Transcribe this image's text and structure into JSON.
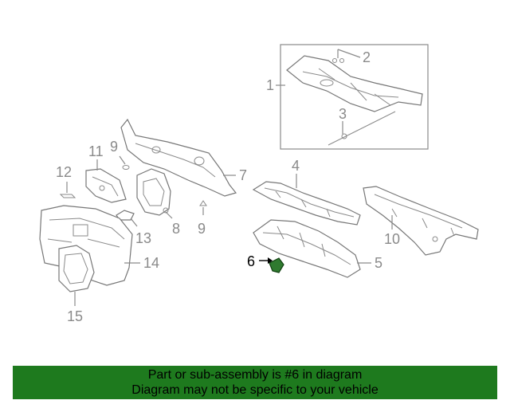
{
  "callouts": {
    "c1": "1",
    "c2": "2",
    "c3": "3",
    "c4": "4",
    "c5": "5",
    "c6": "6",
    "c7": "7",
    "c8": "8",
    "c9a": "9",
    "c9b": "9",
    "c10": "10",
    "c11": "11",
    "c12": "12",
    "c13": "13",
    "c14": "14",
    "c15": "15"
  },
  "highlight_part": "6",
  "colors": {
    "footer_bg": "#1e7a1e",
    "highlight": "#2f7a2f",
    "line": "#8a8a8a"
  },
  "footer": {
    "line1": "Part or sub-assembly is #6 in diagram",
    "line2": "Diagram may not be specific to your vehicle"
  }
}
